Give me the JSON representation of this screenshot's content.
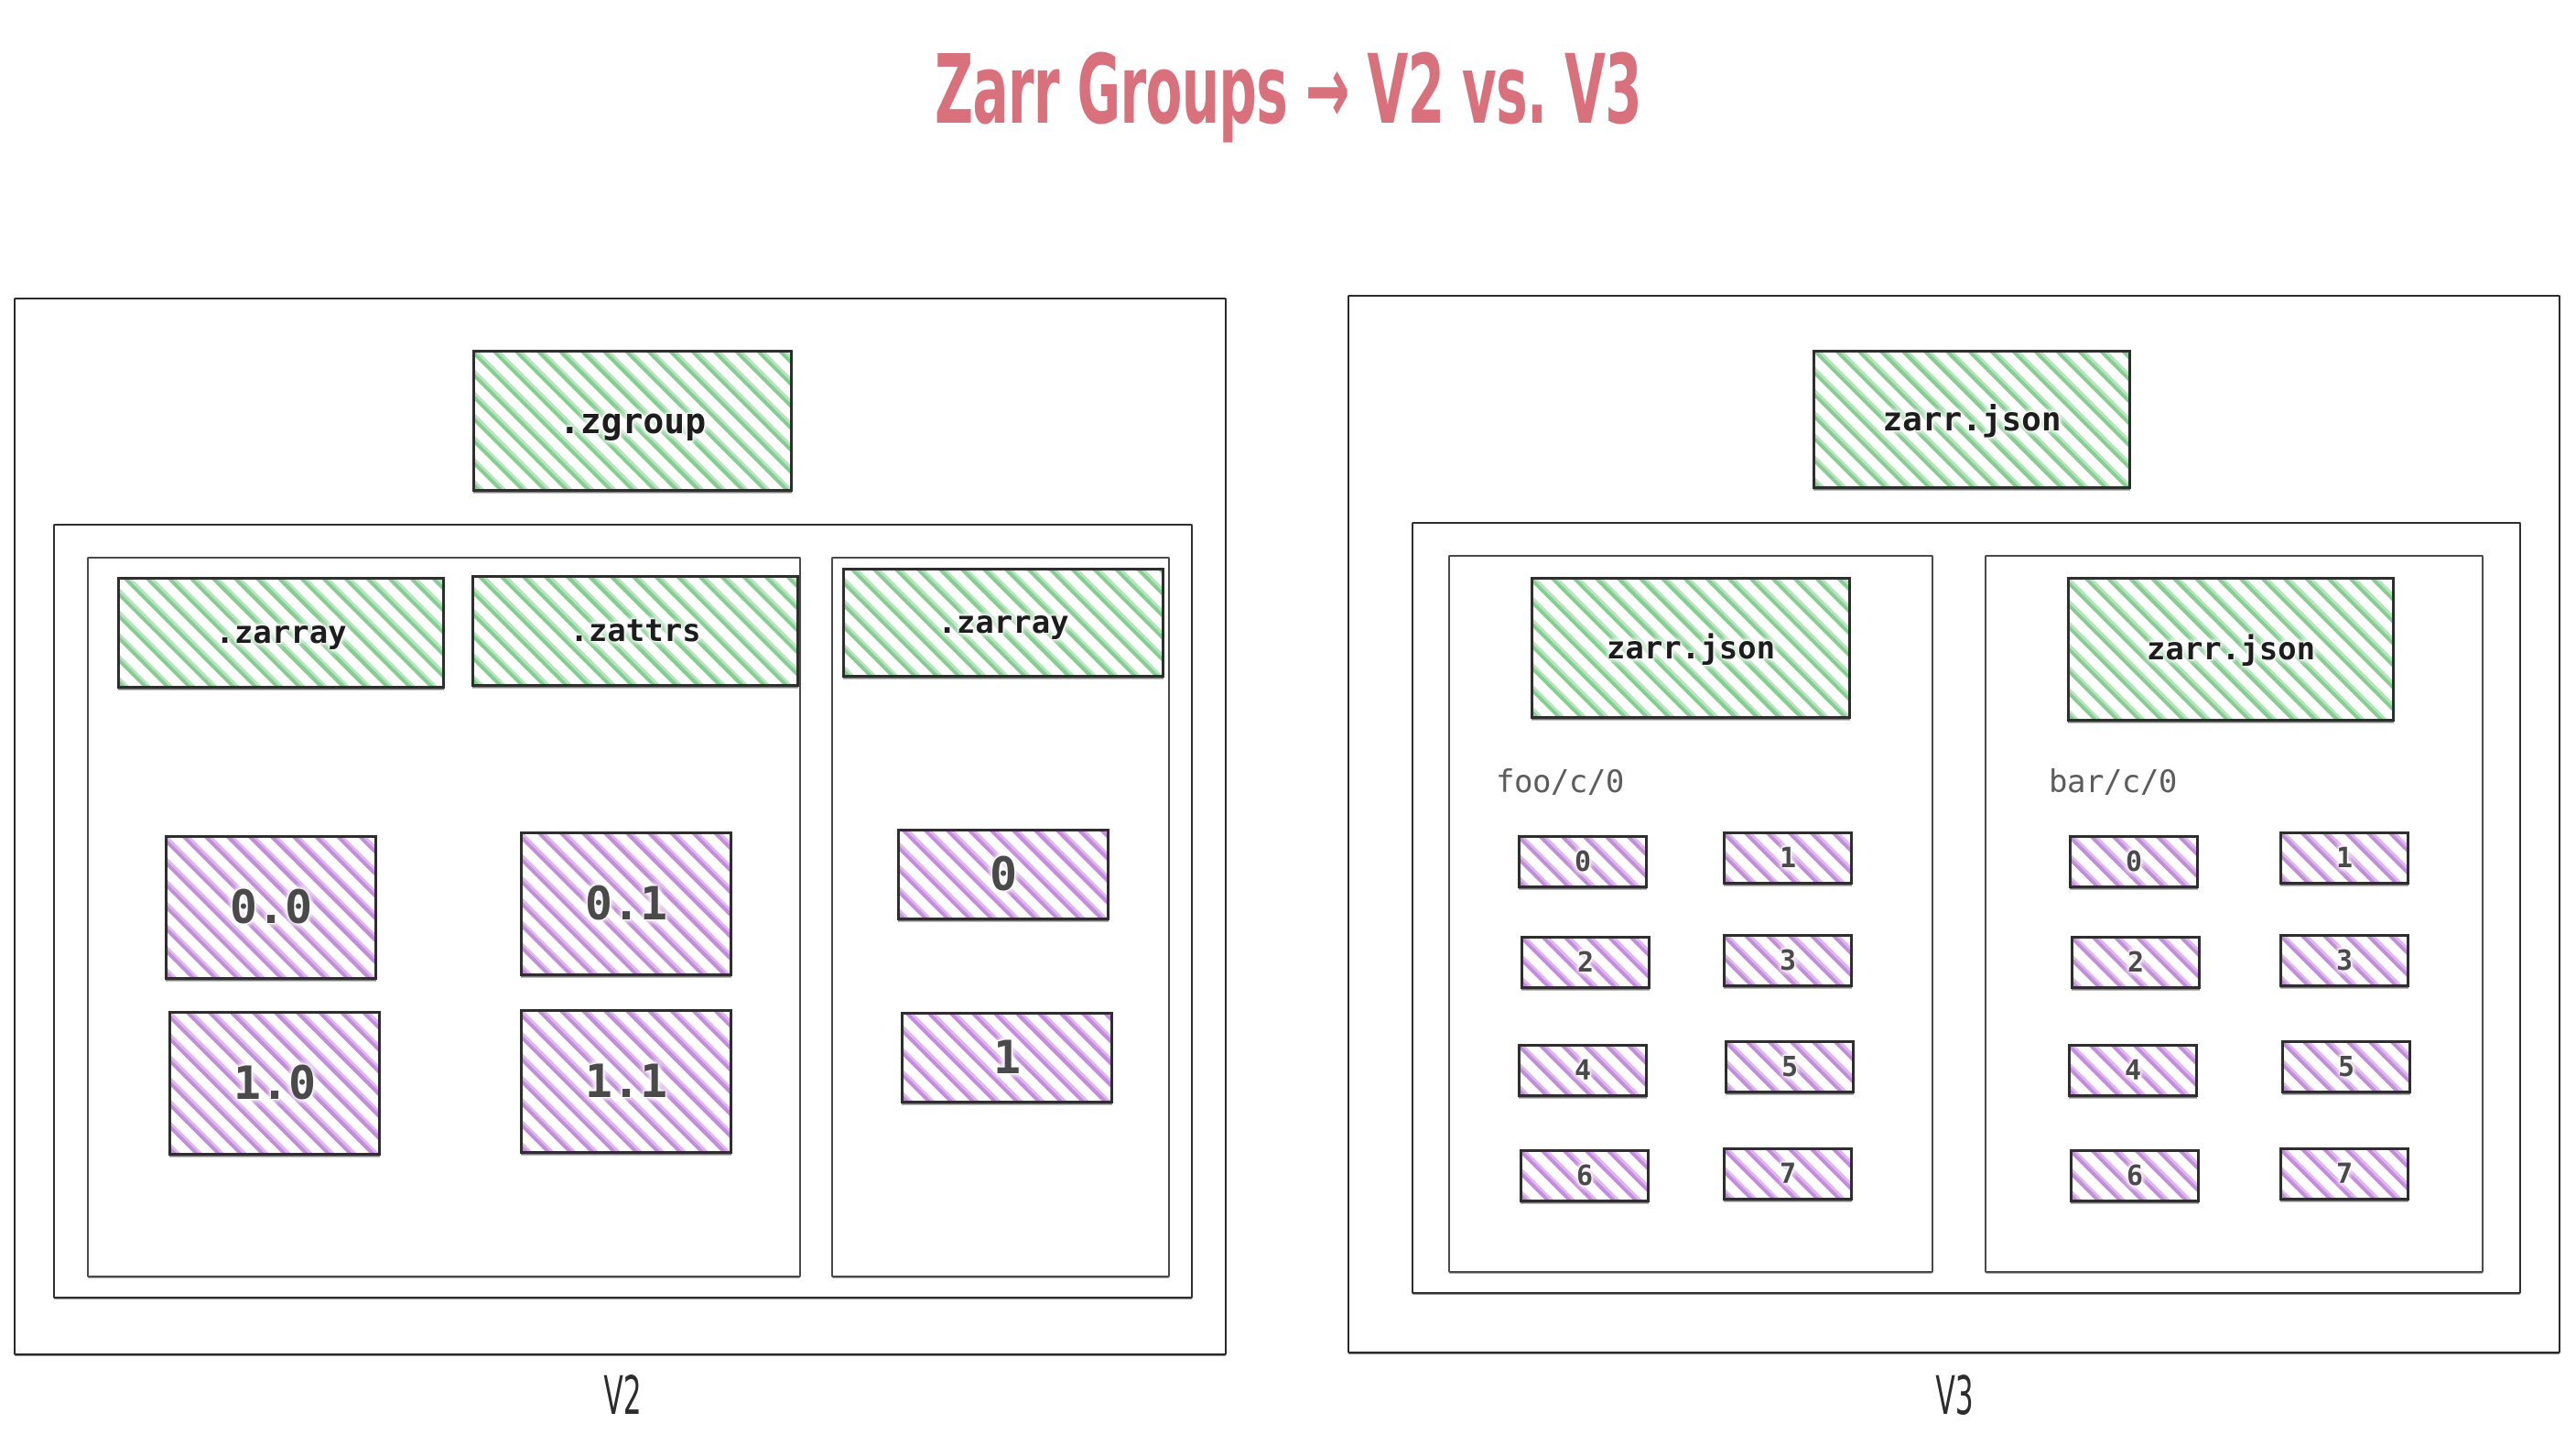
{
  "title": "Zarr Groups → V2 vs. V3",
  "colors": {
    "title": "#d9717d",
    "metadata_hatch": "#84cf90",
    "chunk_hatch": "#c58cdd",
    "border": "#2e2e2e",
    "path_label": "#5c5c5c"
  },
  "panels": [
    {
      "id": "v2",
      "caption": "V2",
      "root_metadata": {
        "label": ".zgroup",
        "kind": "metadata"
      },
      "arrays": [
        {
          "id": "v2-array-left",
          "metadata": [
            {
              "label": ".zarray",
              "kind": "metadata"
            },
            {
              "label": ".zattrs",
              "kind": "metadata"
            }
          ],
          "path_label": "",
          "chunk_columns": [
            {
              "chunks": [
                "0.0",
                "1.0"
              ]
            },
            {
              "chunks": [
                "0.1",
                "1.1"
              ]
            }
          ]
        },
        {
          "id": "v2-array-right",
          "metadata": [
            {
              "label": ".zarray",
              "kind": "metadata"
            }
          ],
          "path_label": "",
          "chunk_columns": [
            {
              "chunks": [
                "0",
                "1"
              ]
            }
          ]
        }
      ]
    },
    {
      "id": "v3",
      "caption": "V3",
      "root_metadata": {
        "label": "zarr.json",
        "kind": "metadata"
      },
      "arrays": [
        {
          "id": "v3-array-foo",
          "metadata": [
            {
              "label": "zarr.json",
              "kind": "metadata"
            }
          ],
          "path_label": "foo/c/0",
          "chunk_columns": [
            {
              "chunks": [
                "0",
                "2",
                "4",
                "6"
              ]
            },
            {
              "chunks": [
                "1",
                "3",
                "5",
                "7"
              ]
            }
          ]
        },
        {
          "id": "v3-array-bar",
          "metadata": [
            {
              "label": "zarr.json",
              "kind": "metadata"
            }
          ],
          "path_label": "bar/c/0",
          "chunk_columns": [
            {
              "chunks": [
                "0",
                "2",
                "4",
                "6"
              ]
            },
            {
              "chunks": [
                "1",
                "3",
                "5",
                "7"
              ]
            }
          ]
        }
      ]
    }
  ]
}
